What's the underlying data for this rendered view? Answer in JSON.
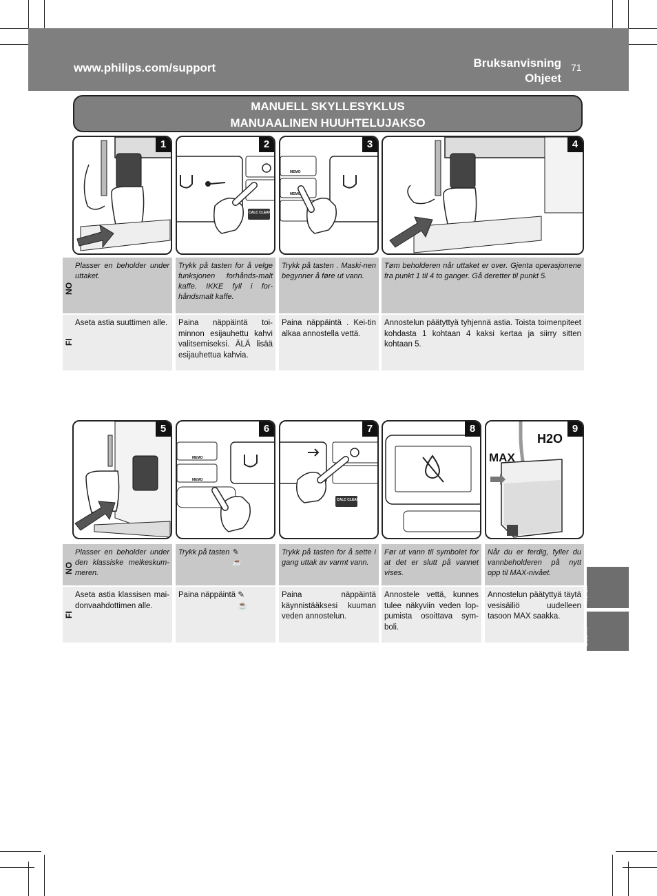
{
  "header": {
    "url": "www.philips.com/support",
    "title_no": "Bruksanvisning",
    "title_fi": "Ohjeet",
    "page_number": "71"
  },
  "section_title": {
    "line1": "MANUELL SKYLLESYKLUS",
    "line2": "MANUAALINEN HUUHTELUJAKSO"
  },
  "lang_labels": {
    "no": "NO",
    "fi": "FI"
  },
  "side_tabs": {
    "norsk": "Norsk",
    "suomi": "Suomi"
  },
  "panel_labels": {
    "calc_clean": "CALC CLEAN",
    "memo": "MEMO",
    "max": "MAX",
    "h2o": "H2O"
  },
  "steps_top": [
    {
      "number": "1",
      "no": "Plasser en beholder under uttaket.",
      "fi": "Aseta astia suuttimen alle."
    },
    {
      "number": "2",
      "no": "Trykk på tasten      for å velge funksjonen forhånds-malt kaffe. IKKE fyll i for-håndsmalt kaffe.",
      "fi": "Paina näppäintä      toi-minnon esijauhettu kahvi valitsemiseksi. ÄLÄ lisää esijauhettua kahvia."
    },
    {
      "number": "3",
      "no": "Trykk på tasten      . Maski-nen begynner å føre ut vann.",
      "fi": "Paina näppäintä      . Kei-tin alkaa annostella vettä."
    },
    {
      "number": "4",
      "no": "Tøm beholderen når uttaket er over. Gjenta operasjonene fra punkt 1 til 4 to ganger. Gå deretter til punkt 5.",
      "fi": "Annostelun päätyttyä tyhjennä astia. Toista toimenpiteet kohdasta 1 kohtaan 4 kaksi kertaa ja siirry sitten kohtaan 5."
    }
  ],
  "steps_bottom": [
    {
      "number": "5",
      "no": "Plasser en beholder under den klassiske melkeskum-meren.",
      "fi": "Aseta astia klassisen mai-donvaahdottimen alle."
    },
    {
      "number": "6",
      "no": "Trykk på tasten",
      "fi": "Paina näppäintä"
    },
    {
      "number": "7",
      "no": "Trykk på tasten      for å sette i gang uttak av varmt vann.",
      "fi": "Paina näppäintä      käynnistääksesi kuuman veden annostelun."
    },
    {
      "number": "8",
      "no": "Før ut vann til symbolet for at det er slutt på vannet vises.",
      "fi": "Annostele vettä, kunnes tulee näkyviin veden lop-pumista osoittava sym-boli."
    },
    {
      "number": "9",
      "no": "Når du er ferdig, fyller du vannbeholderen på nytt opp til MAX-nivået.",
      "fi": "Annostelun päätyttyä täytä vesisäiliö uudelleen tasoon MAX saakka."
    }
  ]
}
